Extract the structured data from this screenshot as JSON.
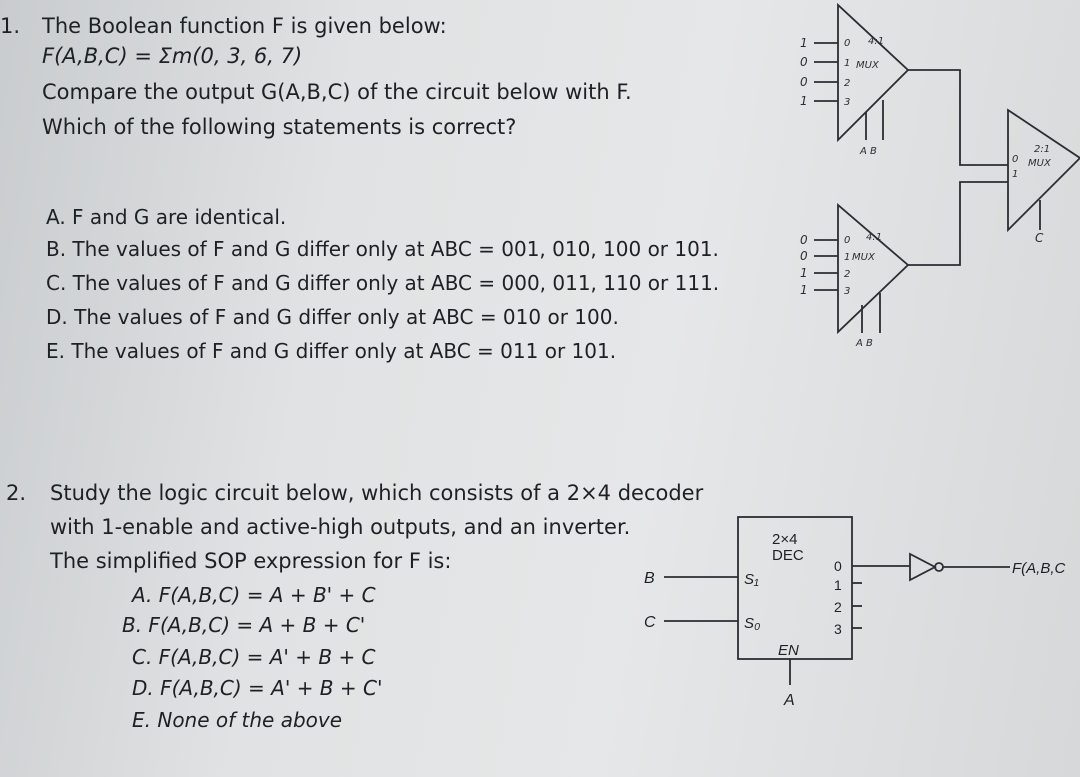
{
  "q1": {
    "number": "1.",
    "intro": "The Boolean function F is given below:",
    "function": "F(A,B,C) = Σm(0, 3, 6, 7)",
    "compare": "Compare the output G(A,B,C) of the circuit below with F.",
    "prompt": "Which of the following statements is correct?",
    "options": [
      "A. F and G are identical.",
      "B. The values of F and G differ only at ABC = 001, 010, 100 or 101.",
      "C. The values of F and G differ only at ABC = 000, 011, 110 or 111.",
      "D. The values of F and G differ only at ABC = 010 or 100.",
      "E. The values of F and G differ only at ABC = 011 or 101."
    ],
    "circuit": {
      "mux1": {
        "label": "4:1",
        "name": "MUX",
        "inputs": [
          "1",
          "0",
          "0",
          "1"
        ],
        "ports": [
          "0",
          "1",
          "2",
          "3"
        ],
        "selects": "A B"
      },
      "mux2": {
        "label": "4:1",
        "name": "MUX",
        "inputs": [
          "0",
          "0",
          "1",
          "1"
        ],
        "ports": [
          "0",
          "1",
          "2",
          "3"
        ],
        "selects": "A B"
      },
      "mux3": {
        "label": "2:1",
        "name": "MUX",
        "ports": [
          "0",
          "1"
        ],
        "select": "C"
      }
    }
  },
  "q2": {
    "number": "2.",
    "line1": "Study the logic circuit below, which consists of a 2×4 decoder",
    "line2": "with 1-enable and active-high outputs, and an inverter.",
    "line3": "The simplified SOP expression for F is:",
    "options": [
      "A.  F(A,B,C) = A + B' + C",
      "B.  F(A,B,C) = A + B + C'",
      "C.  F(A,B,C) = A' + B + C",
      "D.  F(A,B,C) = A' + B + C'",
      "E.  None of the above"
    ],
    "decoder": {
      "title1": "2×4",
      "title2": "DEC",
      "s1": "S₁",
      "s0": "S₀",
      "en": "EN",
      "outputs": [
        "0",
        "1",
        "2",
        "3"
      ],
      "input_b": "B",
      "input_c": "C",
      "input_a": "A",
      "output": "F(A,B,C"
    }
  }
}
